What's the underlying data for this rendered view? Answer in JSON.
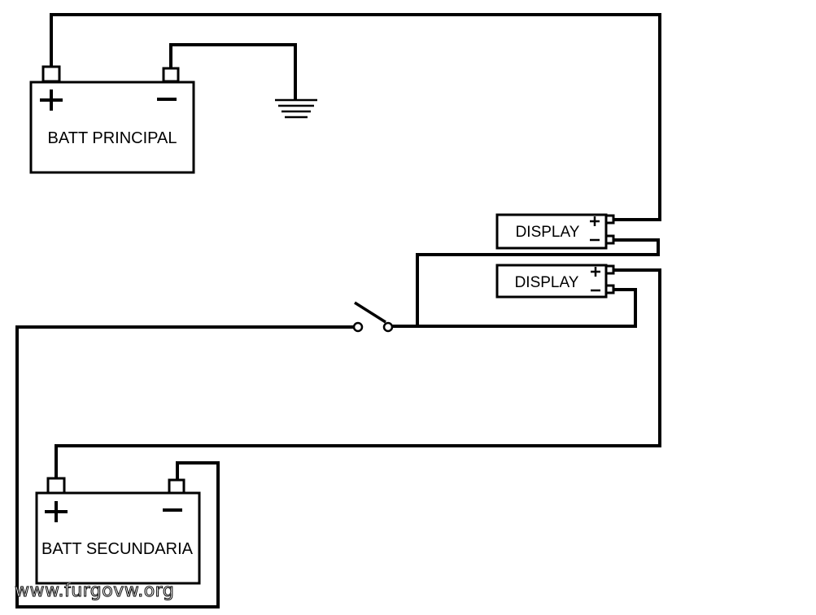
{
  "battery_principal": {
    "label": "BATT PRINCIPAL"
  },
  "battery_secundaria": {
    "label": "BATT SECUNDARIA"
  },
  "display_top": {
    "label": "DISPLAY"
  },
  "display_bottom": {
    "label": "DISPLAY"
  },
  "watermark": "www.furgovw.org"
}
